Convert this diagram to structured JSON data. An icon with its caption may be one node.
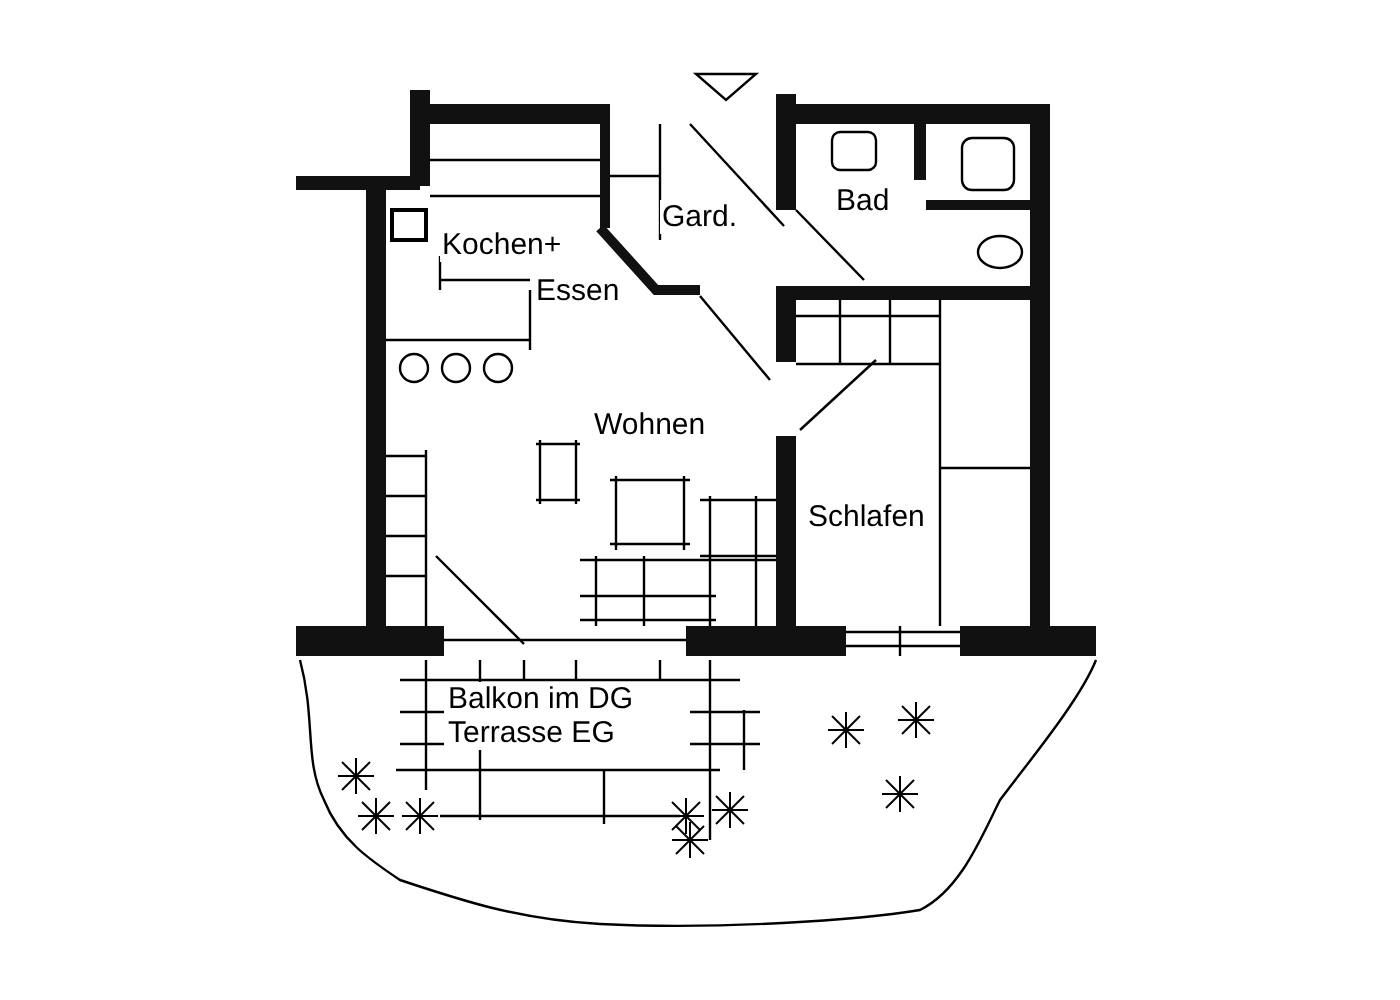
{
  "diagram": {
    "labels": [
      "Gard.",
      "Bad",
      "Kochen+",
      "Essen",
      "Wohnen",
      "Schlafen",
      "Balkon im DG",
      "Terrasse EG"
    ]
  }
}
